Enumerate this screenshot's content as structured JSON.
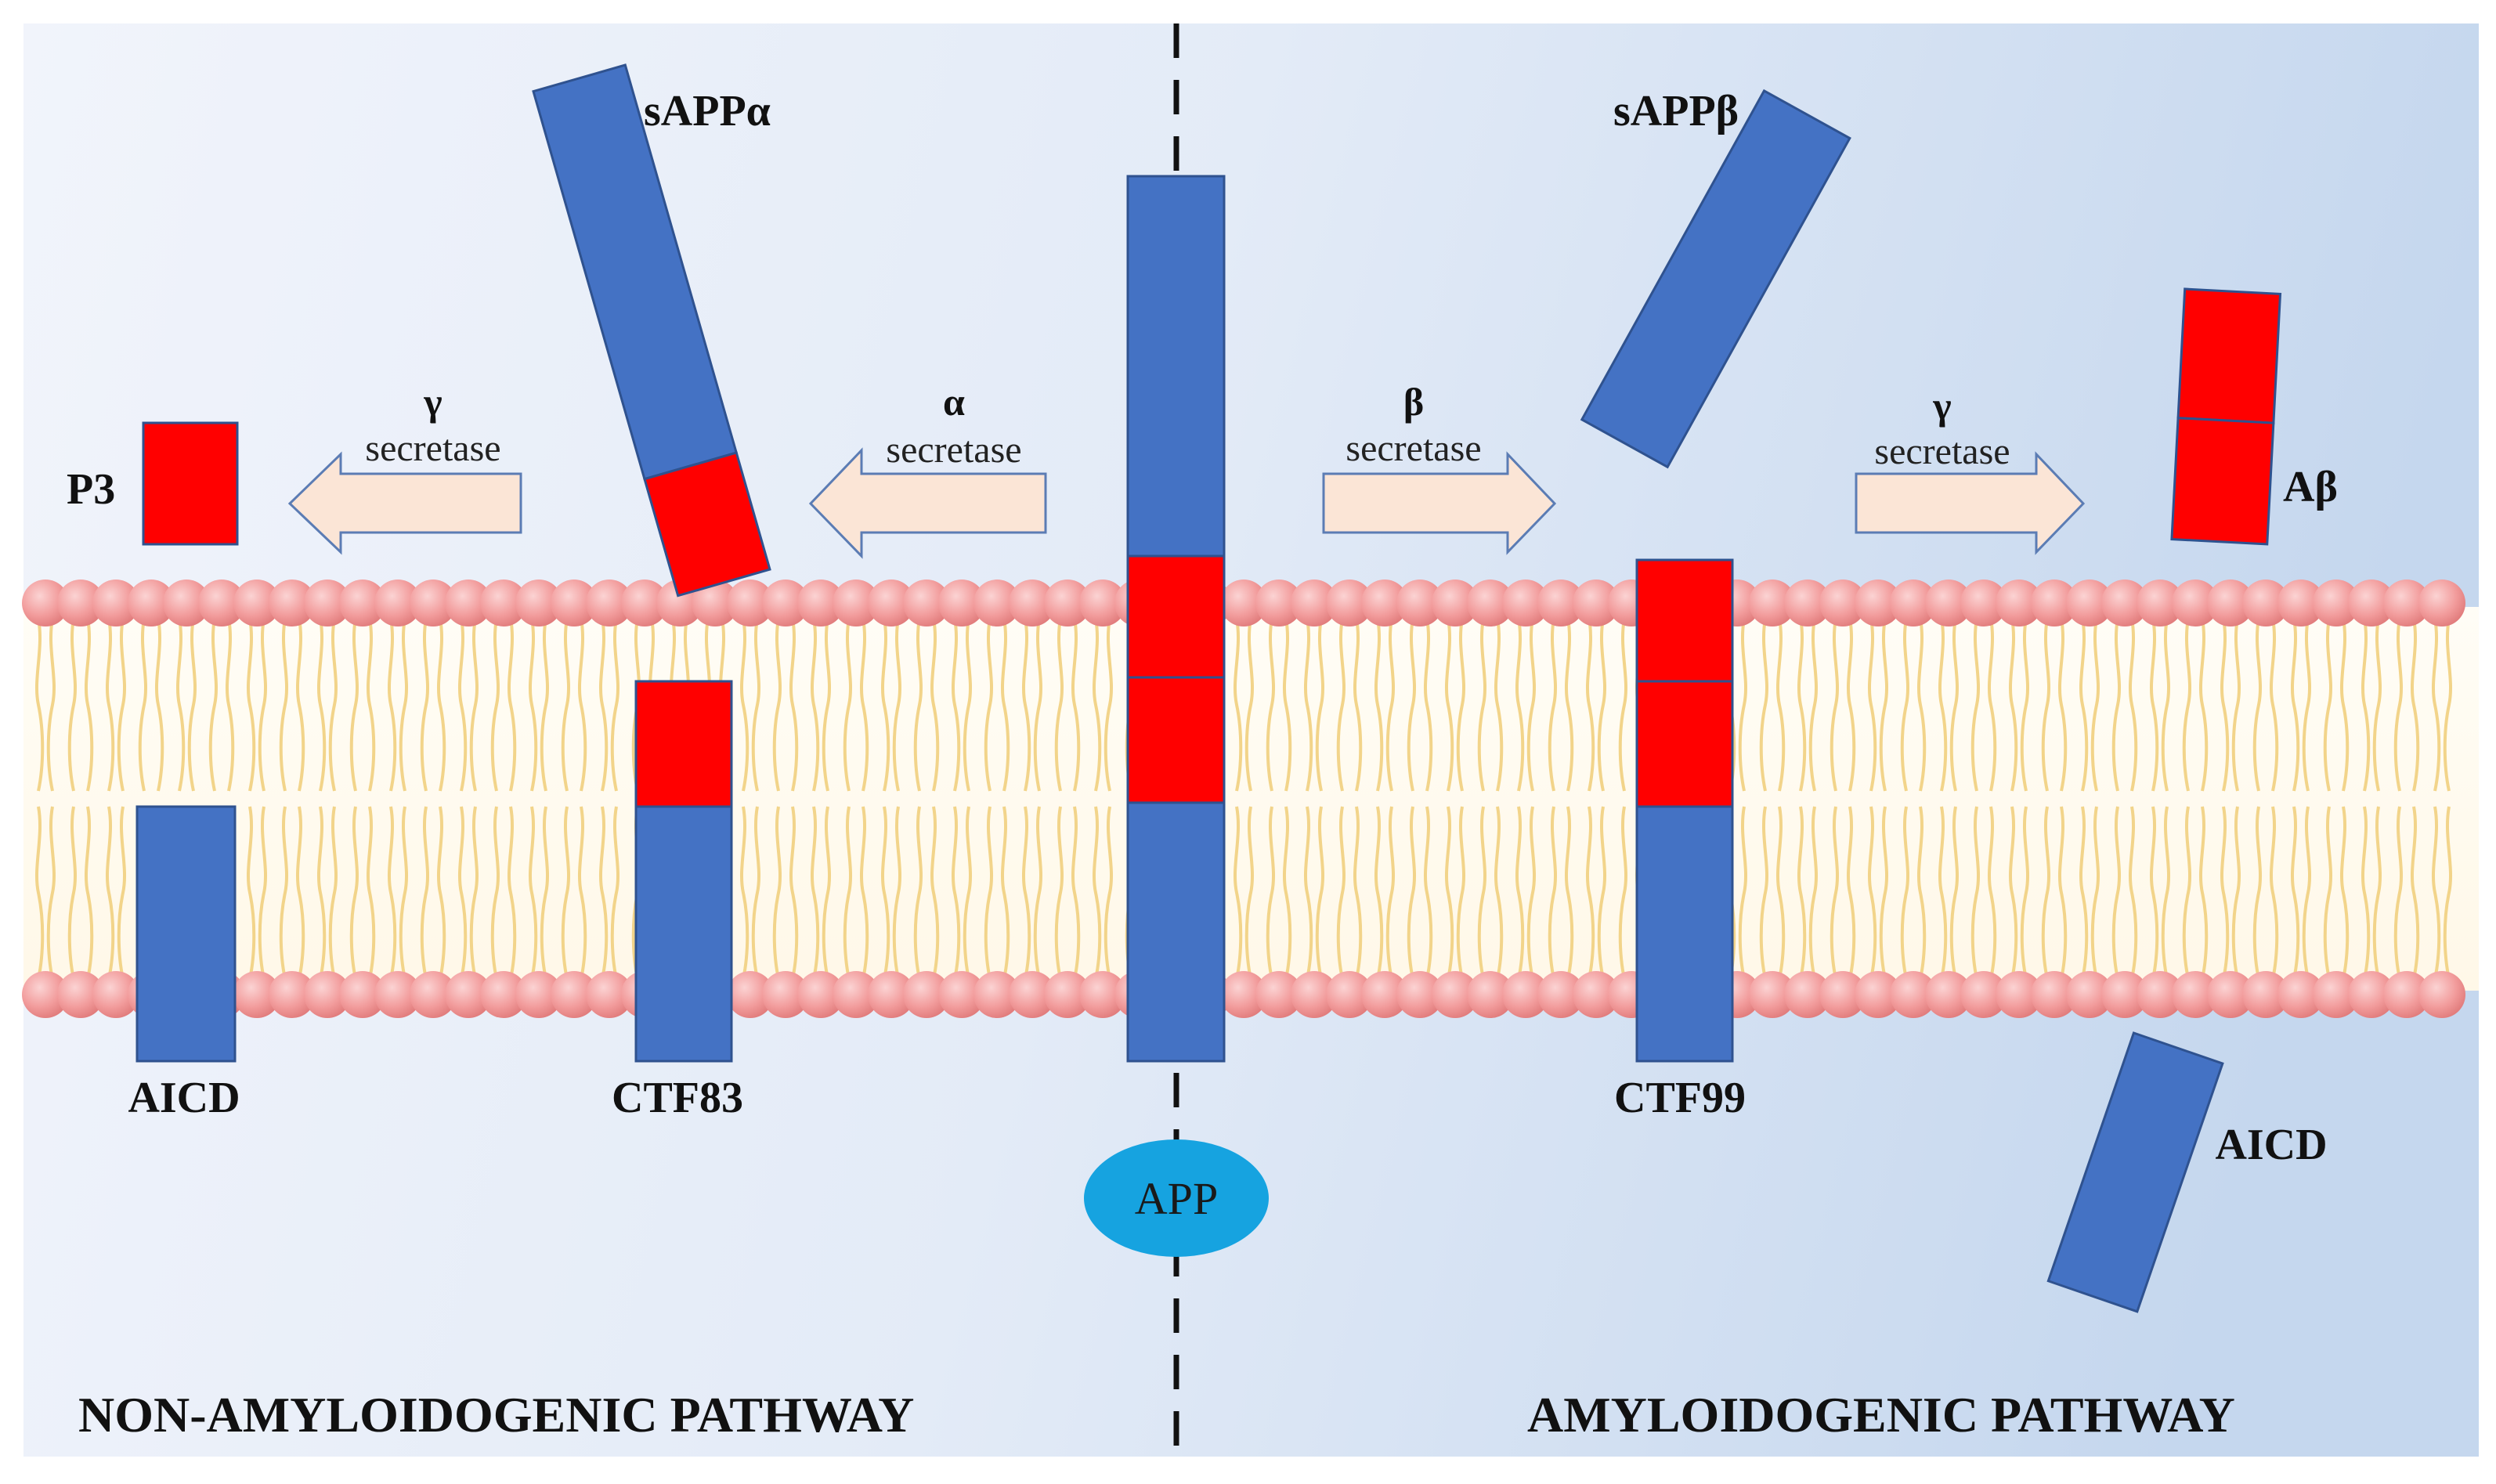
{
  "colors": {
    "fragment_blue": "#4472C4",
    "fragment_red": "#FF0000",
    "arrow_fill": "#FBE5D6",
    "arrow_stroke": "#5B7CB4",
    "lipid_head": "#F4A6A6",
    "lipid_tail": "#F2D48A",
    "app_ellipse": "#16A3E0",
    "background_left": "#EEF2FA",
    "background_right": "#C9DAF0"
  },
  "labels": {
    "sapp_alpha": "sAPPα",
    "sapp_beta": "sAPPβ",
    "p3": "P3",
    "abeta": "Aβ",
    "aicd_left": "AICD",
    "aicd_right": "AICD",
    "ctf83": "CTF83",
    "ctf99": "CTF99",
    "app": "APP"
  },
  "arrows": {
    "gamma_left": {
      "symbol": "γ",
      "word": "secretase"
    },
    "alpha": {
      "symbol": "α",
      "word": "secretase"
    },
    "beta": {
      "symbol": "β",
      "word": "secretase"
    },
    "gamma_right": {
      "symbol": "γ",
      "word": "secretase"
    }
  },
  "pathways": {
    "left": "NON-AMYLOIDOGENIC PATHWAY",
    "right": "AMYLOIDOGENIC PATHWAY"
  }
}
